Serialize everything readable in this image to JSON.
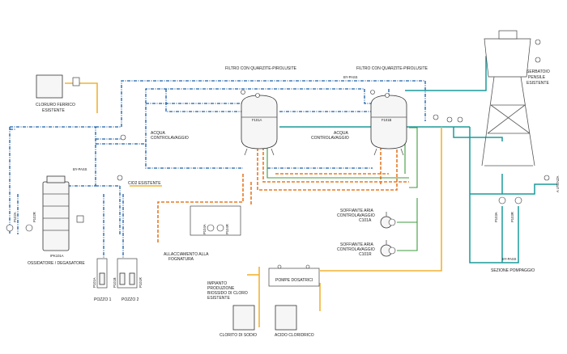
{
  "labels": {
    "filter_title_a": "FILTRO CON QUARZITE-PIROLUSITE",
    "filter_title_b": "FILTRO CON QUARZITE-PIROLUSITE",
    "filter_a_tag": "F101A",
    "filter_b_tag": "F101B",
    "bypass_top": "BY-PASS",
    "bypass_left": "BY-PASS",
    "bypass_right": "BY-PASS",
    "ferric_chloride": [
      "CLORURO FERRICO",
      "ESISTENTE"
    ],
    "backwash_a": [
      "ACQUA",
      "CONTROLAVAGGIO"
    ],
    "backwash_b": [
      "ACQUA",
      "CONTROLAVAGGIO"
    ],
    "clo2_existing": "ClO2 ESISTENTE",
    "oxidizer_tag": "IPK101A",
    "oxidizer": "OSSIDATORE / DEGASATORE",
    "sewer": [
      "ALLACCIAMENTO ALLA",
      "FOGNATURA"
    ],
    "sewer_pump_a": "P104A",
    "sewer_pump_b": "P104R",
    "blower_a": [
      "SOFFIANTE ARIA",
      "CONTROLAVAGGIO",
      "C101A"
    ],
    "blower_r": [
      "SOFFIANTE ARIA",
      "CONTROLAVAGGIO",
      "C101R"
    ],
    "tank": [
      "SERBATOIO",
      "PENSILE",
      "ESISTENTE"
    ],
    "pump_section": "SEZIONE POMPAGGIO",
    "pump_a": "P103A",
    "pump_r": "P103R",
    "dosing_pumps": "POMPE DOSATRICI",
    "clo2_plant": [
      "IMPIANTO",
      "PRODUZIONE",
      "BIOSSIDO DI CLORO",
      "ESISTENTE"
    ],
    "sodium_chlorite": "CLORITO DI SODIO",
    "hydrochloric_acid": "ACIDO CLORIDRICO",
    "well1": "POZZO 1",
    "well2": "POZZO 2",
    "well_pump_a": "P101A",
    "well_pump_b": "P101B",
    "well_pump_r": "P101R",
    "left_pump_a": "P102A",
    "left_pump_r": "P102R",
    "to_utility": "A UTENZA"
  },
  "colors": {
    "raw_water": "#1b5fa6",
    "treated_water": "#1b9a9a",
    "backwash_drain": "#e87a25",
    "air": "#3f9b3f",
    "chemical": "#f2b233"
  }
}
